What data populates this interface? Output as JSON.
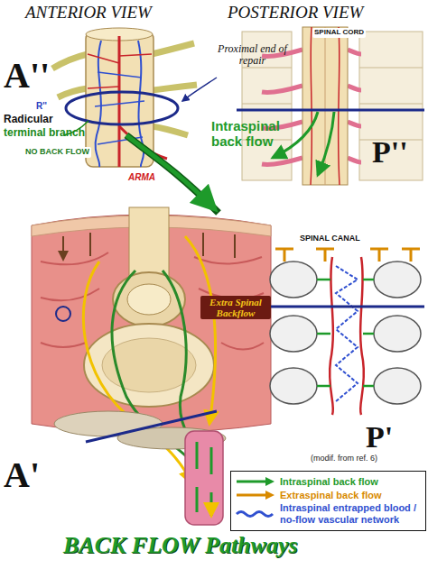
{
  "diagram": {
    "title": "BACK FLOW Pathways",
    "labels": [
      "ANTERIOR VIEW",
      "POSTERIOR VIEW",
      "A''",
      "Proximal end of repair",
      "SPINAL CORD",
      "P''",
      "R''",
      "Radicular",
      "terminal branch",
      "NO BACK FLOW",
      "ARMA",
      "Intraspinal back flow",
      "Extra Spinal Backflow",
      "SPINAL CANAL",
      "P'",
      "(modif. from ref. 6)",
      "A'"
    ],
    "legend": [
      {
        "text": "Intraspinal back flow",
        "color": "#1e9a2a"
      },
      {
        "text": "Extraspinal back flow",
        "color": "#d88a00"
      },
      {
        "text": "Intraspinal entrapped blood / no-flow vascular network",
        "color": "#3050d0"
      }
    ]
  }
}
